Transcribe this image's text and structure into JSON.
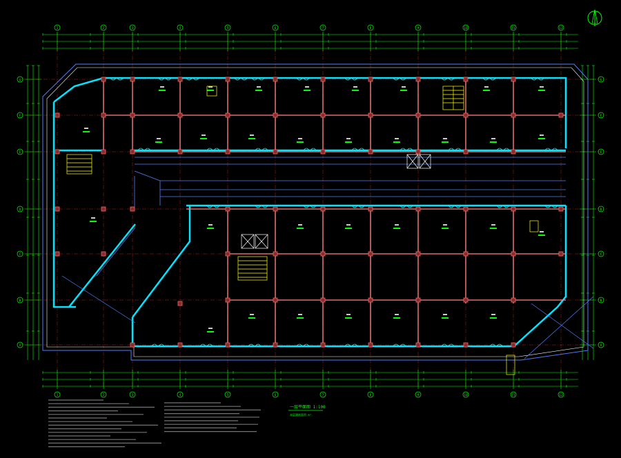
{
  "colors": {
    "background": "#000000",
    "grid_axis": "#ff3030",
    "dimension": "#00ff00",
    "wall": "#00e5ff",
    "column": "#ff6060",
    "beam": "#ff8080",
    "door": "#00ffff",
    "stair": "#ffff00",
    "text": "#ffffff",
    "outline": "#ffffff",
    "structure_blue": "#5080ff"
  },
  "axes": {
    "columns": [
      "1",
      "2",
      "3",
      "4",
      "5",
      "6",
      "7",
      "8",
      "9",
      "10",
      "11",
      "12"
    ],
    "rows": [
      "G",
      "F",
      "E",
      "D",
      "C",
      "B",
      "A"
    ]
  },
  "title": {
    "text": "一层平面图 1:100",
    "subtitle": "本层建筑面积 m²"
  },
  "compass": {
    "icon": "north-arrow-icon"
  }
}
